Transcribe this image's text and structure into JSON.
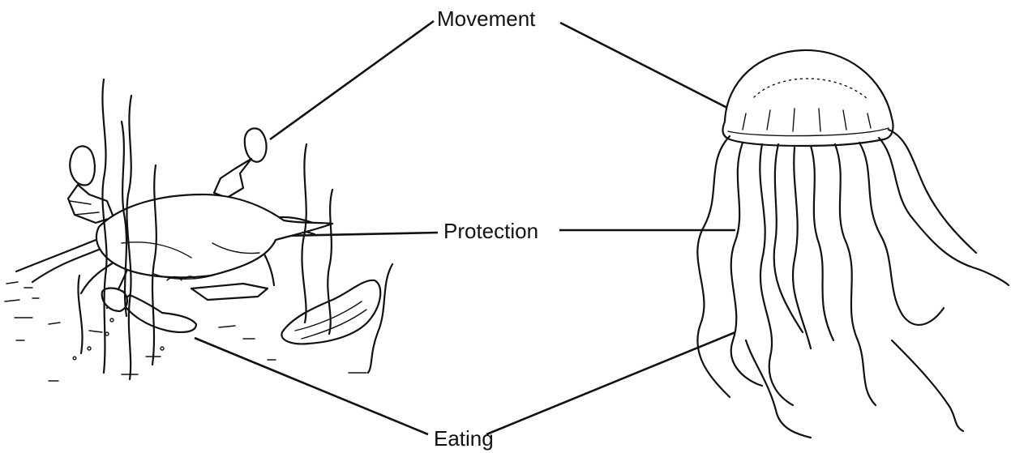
{
  "labels": {
    "movement": "Movement",
    "protection": "Protection",
    "eating": "Eating"
  },
  "colors": {
    "ink": "#111111",
    "background": "#ffffff"
  }
}
